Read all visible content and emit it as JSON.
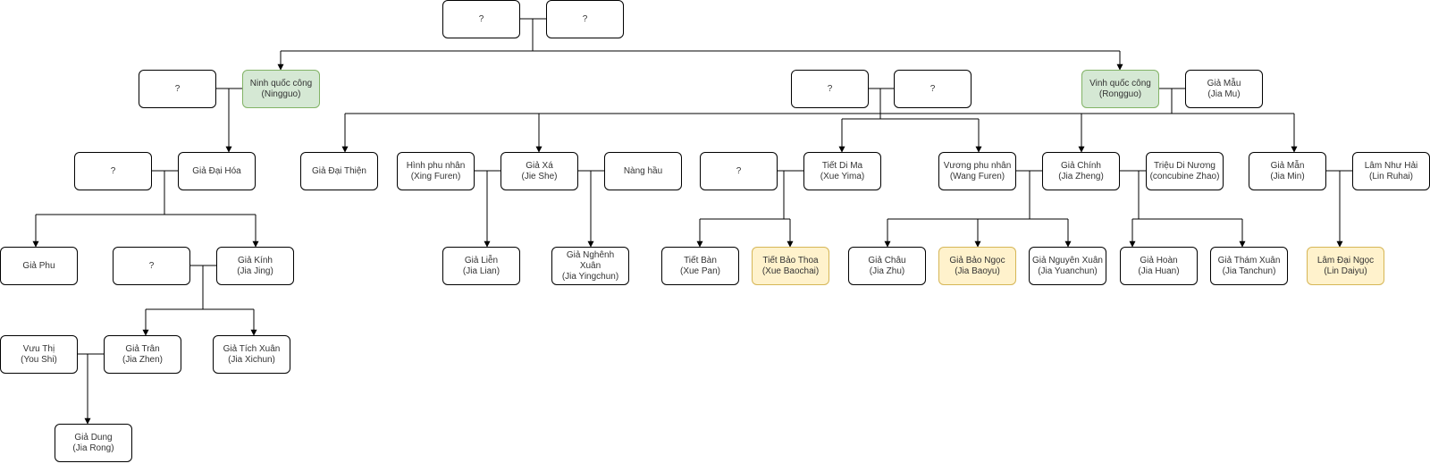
{
  "nodes": {
    "root_a": "?",
    "root_b": "?",
    "ningguo_wife": "?",
    "ningguo": "Ninh quốc công\n(Ningguo)",
    "mid_a": "?",
    "mid_b": "?",
    "rongguo": "Vinh quốc công\n(Rongguo)",
    "jia_mu": "Giả Mẫu\n(Jia Mu)",
    "daihua_wife": "?",
    "dai_hua": "Giả Đại Hóa",
    "dai_thien": "Giả Đại Thiện",
    "xing_furen": "Hình phu nhân\n(Xing Furen)",
    "jia_she": "Giả Xá\n(Jie She)",
    "nang_hau": "Nàng hầu",
    "xue_husband": "?",
    "xue_yima": "Tiết Di Ma\n(Xue Yima)",
    "wang_furen": "Vương phu nhân\n(Wang Furen)",
    "jia_zheng": "Giả Chính\n(Jia Zheng)",
    "zhao": "Triệu Di Nương\n(concubine Zhao)",
    "jia_min": "Giả Mẫn\n(Jia Min)",
    "lin_ruhai": "Lâm Như Hải\n(Lin Ruhai)",
    "jia_phu": "Giả Phu",
    "jing_wife": "?",
    "jia_jing": "Giả Kính\n(Jia Jing)",
    "jia_lian": "Giả Liễn\n(Jia Lian)",
    "jia_yingchun": "Giả Nghênh Xuân\n(Jia Yingchun)",
    "xue_pan": "Tiết Bàn\n(Xue Pan)",
    "xue_baochai": "Tiết Bảo Thoa\n(Xue Baochai)",
    "jia_zhu": "Giả Châu\n(Jia Zhu)",
    "jia_baoyu": "Giả Bảo Ngọc\n(Jia Baoyu)",
    "jia_yuanchun": "Giả Nguyên Xuân\n(Jia Yuanchun)",
    "jia_huan": "Giả Hoàn\n(Jia Huan)",
    "jia_tanchun": "Giả Thám Xuân\n(Jia Tanchun)",
    "lin_daiyu": "Lâm Đại Ngọc\n(Lin Daiyu)",
    "you_shi": "Vưu Thị\n(You Shi)",
    "jia_zhen": "Giả Trân\n(Jia Zhen)",
    "jia_xichun": "Giả Tích Xuân\n(Jia Xichun)",
    "jia_rong": "Giả Dung\n(Jia Rong)"
  },
  "colors": {
    "line": "#000000",
    "green_fill": "#d5e8d4",
    "green_stroke": "#82b366",
    "yellow_fill": "#fff2cc",
    "yellow_stroke": "#d6b656"
  }
}
